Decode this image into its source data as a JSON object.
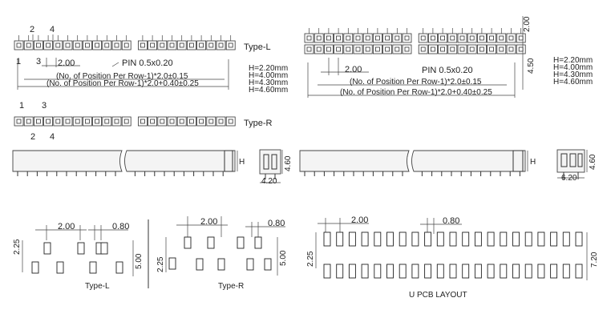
{
  "top_left": {
    "pin_labels_top": [
      "2",
      "4"
    ],
    "pin_labels_bottom": [
      "1",
      "3"
    ],
    "type": "Type-L",
    "pitch": "2.00",
    "pin_size": "PIN 0.5x0.20",
    "dim1": "(No. of Position Per Row-1)*2.0±0.15",
    "dim2": "(No. of Position Per Row-1)*2.0+0.40±0.25",
    "heights": [
      "H=2.20mm",
      "H=4.00mm",
      "H=4.30mm",
      "H=4.60mm"
    ]
  },
  "type_r": {
    "pin_labels_top": [
      "1",
      "3"
    ],
    "pin_labels_bottom": [
      "2",
      "4"
    ],
    "type": "Type-R"
  },
  "top_right": {
    "pitch": "2.00",
    "pin_size": "PIN 0.5x0.20",
    "dim_right_top": "2.00",
    "dim_right": "4.50",
    "dim1": "(No. of Position Per Row-1)*2.0±0.15",
    "dim2": "(No. of Position Per Row-1)*2.0+0.40±0.25",
    "heights": [
      "H=2.20mm",
      "H=4.00mm",
      "H=4.30mm",
      "H=4.60mm"
    ]
  },
  "side_left": {
    "h": "H",
    "height": "4.60",
    "width": "4.20"
  },
  "side_right": {
    "h": "H",
    "height": "4.60",
    "width": "6.20"
  },
  "pcb_l": {
    "pitch": "2.00",
    "pad": "0.80",
    "row_gap": "2.25",
    "span": "5.00",
    "label": "Type-L"
  },
  "pcb_r": {
    "pitch": "2.00",
    "pad": "0.80",
    "row_gap": "2.25",
    "span": "5.00",
    "label": "Type-R"
  },
  "pcb_u": {
    "pitch": "2.00",
    "pad": "0.80",
    "row_gap": "2.25",
    "span": "7.20",
    "label": "U PCB LAYOUT"
  }
}
